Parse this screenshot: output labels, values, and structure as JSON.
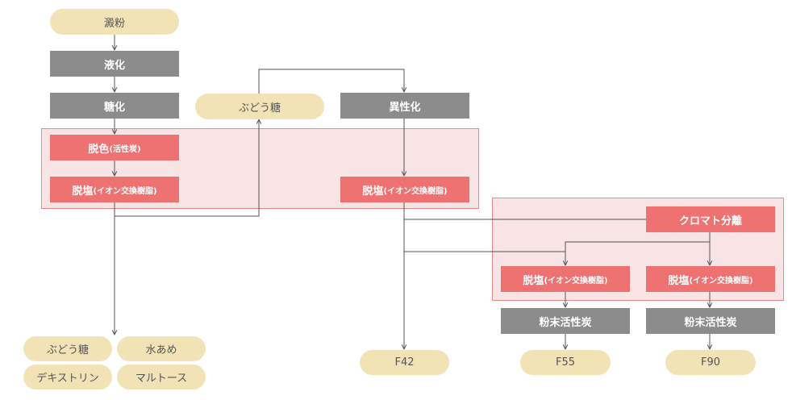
{
  "nodes": {
    "starch": "澱粉",
    "liquefaction": "液化",
    "saccharification": "糖化",
    "glucose_mid": "ぶどう糖",
    "isomerization": "異性化",
    "decolor_main": "脱色",
    "decolor_sub": "(活性炭)",
    "desalt1_main": "脱塩",
    "desalt1_sub": "(イオン交換樹脂)",
    "desalt2_main": "脱塩",
    "desalt2_sub": "(イオン交換樹脂)",
    "chromato": "クロマト分離",
    "desalt3_main": "脱塩",
    "desalt3_sub": "(イオン交換樹脂)",
    "desalt4_main": "脱塩",
    "desalt4_sub": "(イオン交換樹脂)",
    "carbon1": "粉末活性炭",
    "carbon2": "粉末活性炭",
    "prod_glucose": "ぶどう糖",
    "prod_mizuame": "水あめ",
    "prod_dextrin": "デキストリン",
    "prod_maltose": "マルトース",
    "f42": "F42",
    "f55": "F55",
    "f90": "F90"
  },
  "colors": {
    "pill": "#f2e3b6",
    "gray_box": "#8c8c8c",
    "red_box": "#ee7272",
    "region_fill": "#f8e4e4",
    "region_border": "#ec8a8a",
    "line": "#555555"
  }
}
